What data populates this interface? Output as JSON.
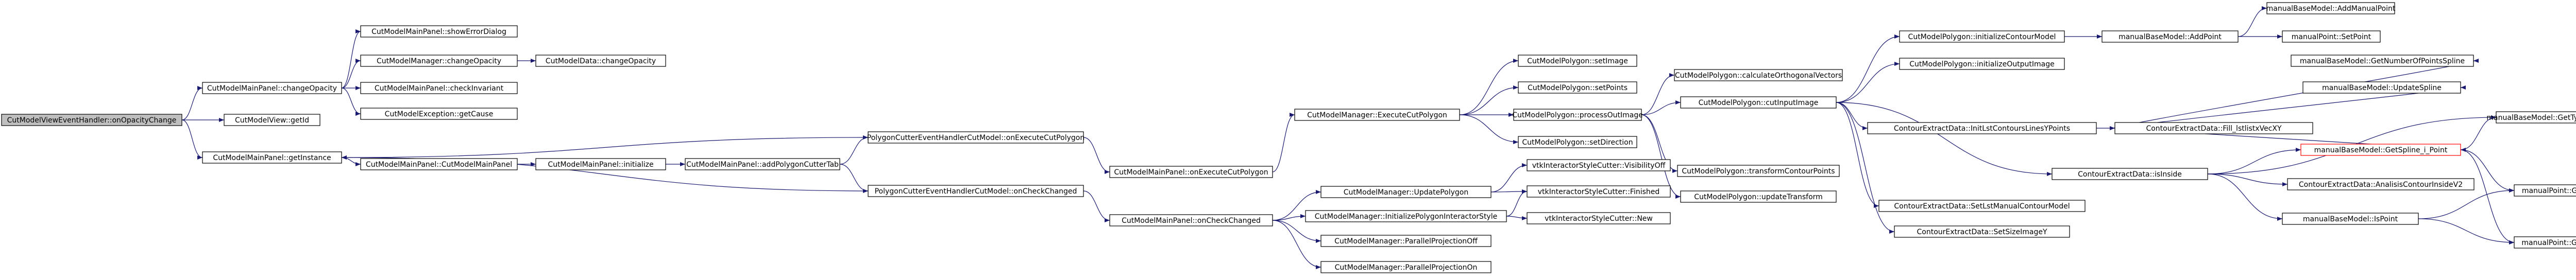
{
  "nodes": [
    {
      "id": "n0",
      "label": "CutModelViewEventHandler::onOpacityChange",
      "root": true
    },
    {
      "id": "n1",
      "label": "CutModelMainPanel::changeOpacity"
    },
    {
      "id": "n2",
      "label": "CutModelView::getId"
    },
    {
      "id": "n3",
      "label": "CutModelMainPanel::getInstance"
    },
    {
      "id": "n4",
      "label": "CutModelMainPanel::showErrorDialog"
    },
    {
      "id": "n5",
      "label": "CutModelManager::changeOpacity"
    },
    {
      "id": "n6",
      "label": "CutModelMainPanel::checkInvariant"
    },
    {
      "id": "n7",
      "label": "CutModelException::getCause"
    },
    {
      "id": "n8",
      "label": "CutModelData::changeOpacity"
    },
    {
      "id": "n9",
      "label": "CutModelMainPanel::CutModelMainPanel"
    },
    {
      "id": "n10",
      "label": "CutModelMainPanel::initialize"
    },
    {
      "id": "n11",
      "label": "CutModelMainPanel::addPolygonCutterTab"
    },
    {
      "id": "n12",
      "label": "PolygonCutterEventHandlerCutModel::onExecuteCutPolygon"
    },
    {
      "id": "n13",
      "label": "PolygonCutterEventHandlerCutModel::onCheckChanged"
    },
    {
      "id": "n14",
      "label": "CutModelMainPanel::onExecuteCutPolygon"
    },
    {
      "id": "n15",
      "label": "CutModelManager::ExecuteCutPolygon"
    },
    {
      "id": "n16",
      "label": "CutModelMainPanel::onCheckChanged"
    },
    {
      "id": "n17",
      "label": "CutModelPolygon::setImage"
    },
    {
      "id": "n18",
      "label": "CutModelPolygon::setPoints"
    },
    {
      "id": "n19",
      "label": "CutModelPolygon::processOutImage"
    },
    {
      "id": "n20",
      "label": "CutModelPolygon::setDirection"
    },
    {
      "id": "n21",
      "label": "CutModelManager::UpdatePolygon"
    },
    {
      "id": "n22",
      "label": "CutModelManager::InitializePolygonInteractorStyle"
    },
    {
      "id": "n23",
      "label": "CutModelManager::ParallelProjectionOff"
    },
    {
      "id": "n24",
      "label": "CutModelManager::ParallelProjectionOn"
    },
    {
      "id": "n25",
      "label": "vtkInteractorStyleCutter::VisibilityOff"
    },
    {
      "id": "n26",
      "label": "vtkInteractorStyleCutter::Finished"
    },
    {
      "id": "n27",
      "label": "vtkInteractorStyleCutter::New"
    },
    {
      "id": "n28",
      "label": "CutModelPolygon::calculateOrthogonalVectors"
    },
    {
      "id": "n29",
      "label": "CutModelPolygon::cutInputImage"
    },
    {
      "id": "n30",
      "label": "CutModelPolygon::transformContourPoints"
    },
    {
      "id": "n31",
      "label": "CutModelPolygon::updateTransform"
    },
    {
      "id": "n32",
      "label": "CutModelPolygon::initializeContourModel"
    },
    {
      "id": "n33",
      "label": "CutModelPolygon::initializeOutputImage"
    },
    {
      "id": "n34",
      "label": "ContourExtractData::InitLstContoursLinesYPoints"
    },
    {
      "id": "n35",
      "label": "ContourExtractData::SetLstManualContourModel"
    },
    {
      "id": "n36",
      "label": "ContourExtractData::SetSizeImageY"
    },
    {
      "id": "n37",
      "label": "ContourExtractData::isInside"
    },
    {
      "id": "n38",
      "label": "manualBaseModel::AddPoint"
    },
    {
      "id": "n39",
      "label": "ContourExtractData::Fill_lstlistxVecXY"
    },
    {
      "id": "n40",
      "label": "manualBaseModel::AddManualPoint"
    },
    {
      "id": "n41",
      "label": "manualPoint::SetPoint"
    },
    {
      "id": "n42",
      "label": "manualBaseModel::GetNumberOfPointsSpline"
    },
    {
      "id": "n43",
      "label": "manualBaseModel::UpdateSpline"
    },
    {
      "id": "n44",
      "label": "manualBaseModel::GetSpline_i_Point",
      "highlight": true
    },
    {
      "id": "n45",
      "label": "ContourExtractData::AnalisisContourInsideV2"
    },
    {
      "id": "n46",
      "label": "manualBaseModel::IsPoint"
    },
    {
      "id": "n47",
      "label": "manualBaseModel::GetTypeModel"
    },
    {
      "id": "n48",
      "label": "manualPoint::GetY"
    },
    {
      "id": "n49",
      "label": "manualPoint::GetX"
    }
  ],
  "edges": [
    [
      "n0",
      "n1"
    ],
    [
      "n0",
      "n2"
    ],
    [
      "n0",
      "n3"
    ],
    [
      "n1",
      "n4"
    ],
    [
      "n1",
      "n5"
    ],
    [
      "n1",
      "n6"
    ],
    [
      "n1",
      "n7"
    ],
    [
      "n5",
      "n8"
    ],
    [
      "n3",
      "n9"
    ],
    [
      "n9",
      "n10"
    ],
    [
      "n10",
      "n11"
    ],
    [
      "n11",
      "n12"
    ],
    [
      "n11",
      "n13"
    ],
    [
      "n12",
      "n3"
    ],
    [
      "n13",
      "n3"
    ],
    [
      "n12",
      "n14"
    ],
    [
      "n14",
      "n15"
    ],
    [
      "n15",
      "n17"
    ],
    [
      "n15",
      "n18"
    ],
    [
      "n15",
      "n19"
    ],
    [
      "n15",
      "n20"
    ],
    [
      "n13",
      "n16"
    ],
    [
      "n16",
      "n21"
    ],
    [
      "n16",
      "n22"
    ],
    [
      "n16",
      "n23"
    ],
    [
      "n16",
      "n24"
    ],
    [
      "n21",
      "n25"
    ],
    [
      "n21",
      "n26"
    ],
    [
      "n22",
      "n26"
    ],
    [
      "n22",
      "n27"
    ],
    [
      "n19",
      "n28"
    ],
    [
      "n19",
      "n29"
    ],
    [
      "n19",
      "n30"
    ],
    [
      "n19",
      "n31"
    ],
    [
      "n29",
      "n32"
    ],
    [
      "n29",
      "n33"
    ],
    [
      "n29",
      "n34"
    ],
    [
      "n29",
      "n35"
    ],
    [
      "n29",
      "n36"
    ],
    [
      "n29",
      "n37"
    ],
    [
      "n32",
      "n38"
    ],
    [
      "n38",
      "n40"
    ],
    [
      "n38",
      "n41"
    ],
    [
      "n34",
      "n39"
    ],
    [
      "n39",
      "n42"
    ],
    [
      "n39",
      "n43"
    ],
    [
      "n39",
      "n44"
    ],
    [
      "n37",
      "n44"
    ],
    [
      "n37",
      "n45"
    ],
    [
      "n37",
      "n46"
    ],
    [
      "n37",
      "n47"
    ],
    [
      "n44",
      "n47"
    ],
    [
      "n44",
      "n48"
    ],
    [
      "n44",
      "n49"
    ],
    [
      "n46",
      "n48"
    ],
    [
      "n46",
      "n49"
    ]
  ]
}
